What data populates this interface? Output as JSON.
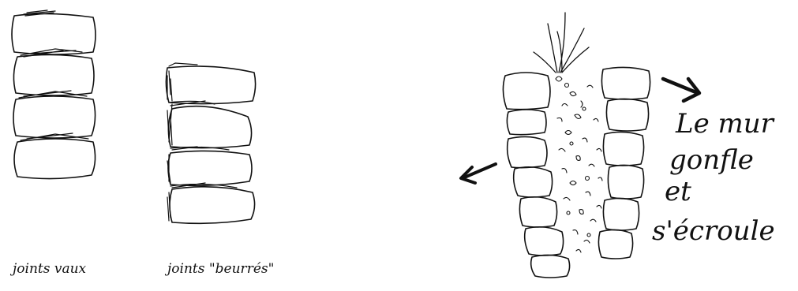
{
  "captions": {
    "dry_joints": "joints vaux",
    "buttered_joints": "joints \"beurrés\""
  },
  "wall_text": {
    "line1": "Le mur",
    "line2": "gonfle",
    "line3": "et",
    "line4": "s'écroule"
  },
  "colors": {
    "ink": "#111111",
    "paper": "#ffffff"
  }
}
